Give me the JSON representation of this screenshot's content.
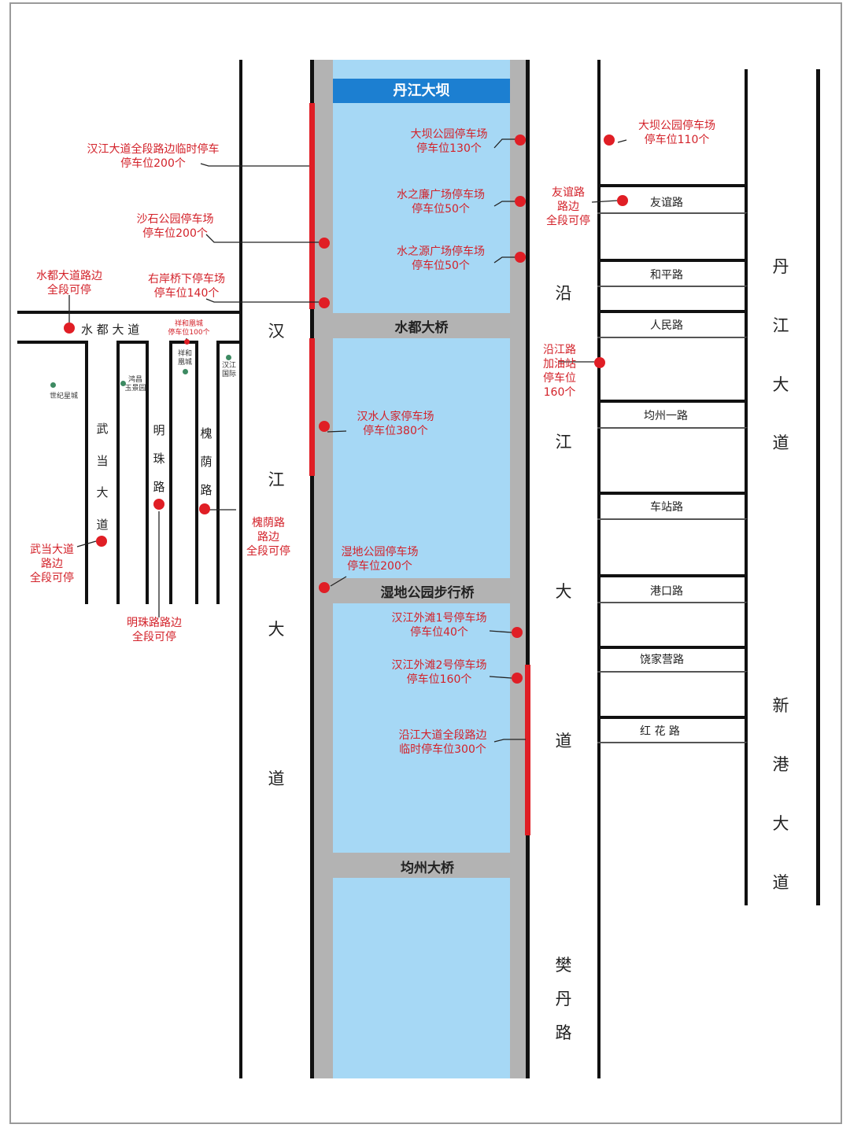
{
  "dam": "丹江大坝",
  "bridges": {
    "shuidu": "水都大桥",
    "wetland": "湿地公园步行桥",
    "junzhou": "均州大桥"
  },
  "streets": {
    "hanjiang": [
      "汉",
      "江",
      "大",
      "道"
    ],
    "yanjiang": [
      "沿",
      "江",
      "大",
      "道"
    ],
    "danjiang": [
      "丹",
      "江",
      "大",
      "道"
    ],
    "xingang": [
      "新",
      "港",
      "大",
      "道"
    ],
    "fandan": [
      "樊",
      "丹",
      "路"
    ],
    "wudang": [
      "武",
      "当",
      "大",
      "道"
    ],
    "mingzhu": [
      "明",
      "珠",
      "路"
    ],
    "huaiyin": [
      "槐",
      "荫",
      "路"
    ],
    "shuidu_ave": "水 都 大 道"
  },
  "cross_roads": [
    "友谊路",
    "和平路",
    "人民路",
    "均州一路",
    "车站路",
    "港口路",
    "饶家营路",
    "红 花 路"
  ],
  "places": {
    "shiji": "世纪星城",
    "hongchang": "鸿昌\n玉景园",
    "xianghe": "祥和\n凰城",
    "hanjiang_intl": "汉江\n国际"
  },
  "parking": {
    "hanjiang_road": "汉江大道全段路边临时停车\n停车位200个",
    "shashi": "沙石公园停车场\n停车位200个",
    "shuidu_roadside": "水都大道路边\n全段可停",
    "youan": "右岸桥下停车场\n停车位140个",
    "xianghe": "祥和凰城\n停车位100个",
    "daba_park": "大坝公园停车场\n停车位130个",
    "shuizhilian": "水之廉广场停车场\n停车位50个",
    "shuizhiyuan": "水之源广场停车场\n停车位50个",
    "daba_park_east": "大坝公园停车场\n停车位110个",
    "youyi": "友谊路\n路边\n全段可停",
    "hanshui": "汉水人家停车场\n停车位380个",
    "gas_station": "沿江路\n加油站\n停车位\n160个",
    "huaiyin": "槐荫路\n路边\n全段可停",
    "wudang": "武当大道\n路边\n全段可停",
    "mingzhu": "明珠路路边\n全段可停",
    "wetland": "湿地公园停车场\n停车位200个",
    "waitan1": "汉江外滩1号停车场\n停车位40个",
    "waitan2": "汉江外滩2号停车场\n停车位160个",
    "yanjiang_road": "沿江大道全段路边\n临时停车位300个"
  },
  "colors": {
    "water": "#a6d8f5",
    "parking": "#e01e25",
    "dam": "#1c7fd1",
    "bridge": "#b3b3b3"
  }
}
